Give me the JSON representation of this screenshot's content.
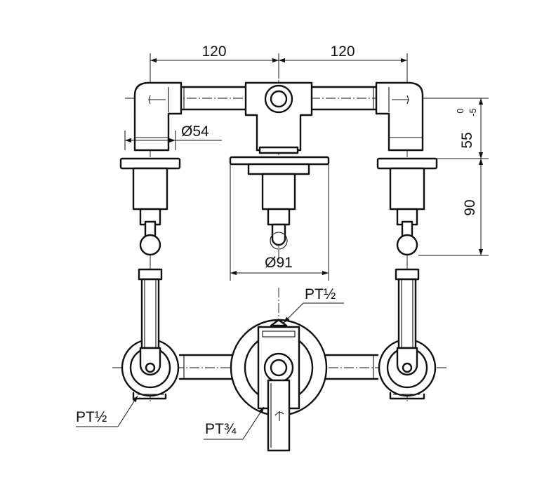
{
  "dimensions": {
    "width_left": "120",
    "width_right": "120",
    "spout_diameter": "Ø54",
    "escutcheon_diameter": "Ø91",
    "height_upper": "55",
    "tolerance_upper": "0",
    "tolerance_lower": "-5",
    "height_lower": "90"
  },
  "threads": {
    "top_inlet": "PT½",
    "left_inlet": "PT½",
    "outlet": "PT¾"
  },
  "colors": {
    "line": "#111111",
    "background": "#ffffff"
  }
}
